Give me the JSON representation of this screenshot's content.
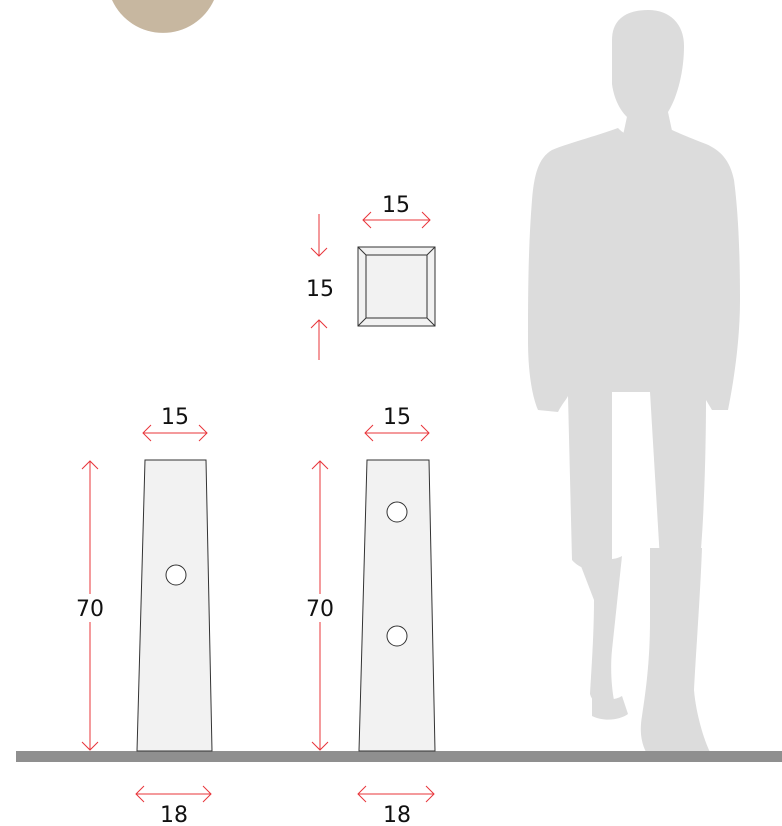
{
  "colors": {
    "dimension_lines": "#e8343a",
    "silhouette": "#dcdcdc",
    "ground": "#8f8f8f",
    "post_fill": "#f2f2f2",
    "badge": "#c7b7a0"
  },
  "cap_view": {
    "width_label": "15",
    "height_label": "15"
  },
  "post_left": {
    "top_width_label": "15",
    "height_label": "70",
    "bottom_width_label": "18",
    "lights": 1
  },
  "post_right": {
    "top_width_label": "15",
    "height_label": "70",
    "bottom_width_label": "18",
    "lights": 2
  },
  "icons": {
    "scale_figure": "human-silhouette-icon"
  }
}
